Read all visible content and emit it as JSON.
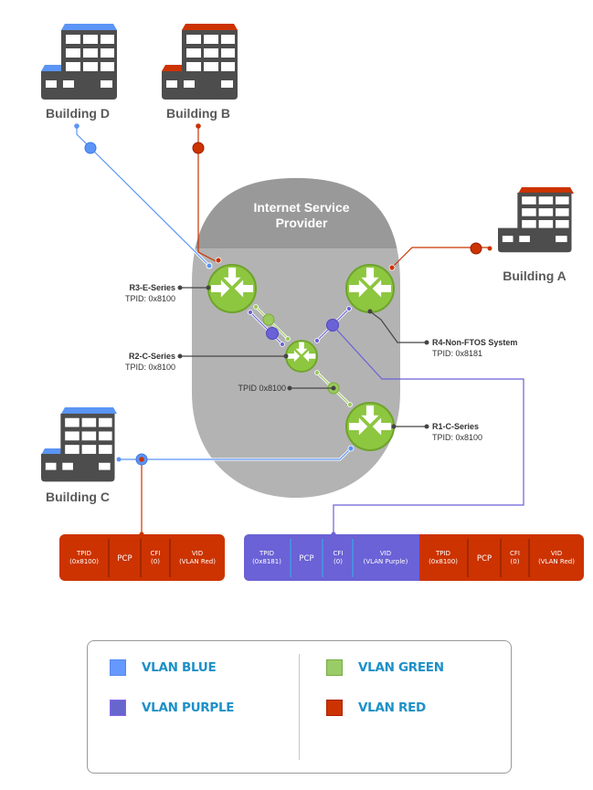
{
  "title": "VLAN Stacking TPID network diagram",
  "colors": {
    "blue": "#5b95f5",
    "purple": "#6a62d6",
    "green": "#99c85c",
    "red": "#cc3300",
    "router": "#8dc63f",
    "isp_dark": "#999999",
    "isp_light": "#b3b3b3",
    "building": "#4d4d4d"
  },
  "isp": {
    "label_line1": "Internet Service",
    "label_line2": "Provider"
  },
  "buildings": [
    {
      "id": "D",
      "label": "Building D",
      "roof": "blue"
    },
    {
      "id": "B",
      "label": "Building B",
      "roof": "red"
    },
    {
      "id": "A",
      "label": "Building A",
      "roof": "red"
    },
    {
      "id": "C",
      "label": "Building C",
      "roof": "blue"
    }
  ],
  "routers": [
    {
      "id": "R3",
      "name": "R3-E-Series",
      "tpid": "TPID: 0x8100"
    },
    {
      "id": "R2",
      "name": "R2-C-Series",
      "tpid": "TPID: 0x8100"
    },
    {
      "id": "R4",
      "name": "R4-Non-FTOS System",
      "tpid": "TPID: 0x8181"
    },
    {
      "id": "R1",
      "name": "R1-C-Series",
      "tpid": "TPID: 0x8100"
    }
  ],
  "link_label": "TPID 0x8100",
  "frames": {
    "left": {
      "color": "red",
      "fields": [
        {
          "line1": "TPID",
          "line2": "(0x8100)"
        },
        {
          "line1": "PCP",
          "line2": ""
        },
        {
          "line1": "CFI",
          "line2": "(0)"
        },
        {
          "line1": "VID",
          "line2": "(VLAN Red)"
        }
      ]
    },
    "right_outer": {
      "color": "purple",
      "fields": [
        {
          "line1": "TPID",
          "line2": "(0x8181)"
        },
        {
          "line1": "PCP",
          "line2": ""
        },
        {
          "line1": "CFI",
          "line2": "(0)"
        },
        {
          "line1": "VID",
          "line2": "(VLAN Purple)"
        }
      ]
    },
    "right_inner": {
      "color": "red",
      "fields": [
        {
          "line1": "TPID",
          "line2": "(0x8100)"
        },
        {
          "line1": "PCP",
          "line2": ""
        },
        {
          "line1": "CFI",
          "line2": "(0)"
        },
        {
          "line1": "VID",
          "line2": "(VLAN Red)"
        }
      ]
    }
  },
  "legend": {
    "items": [
      {
        "label": "VLAN BLUE",
        "color": "#6699ff",
        "border": "#5588ee"
      },
      {
        "label": "VLAN GREEN",
        "color": "#99cc66",
        "border": "#77aa44"
      },
      {
        "label": "VLAN PURPLE",
        "color": "#6666cc",
        "border": "#8866ee"
      },
      {
        "label": "VLAN RED",
        "color": "#cc3300",
        "border": "#aa2200"
      }
    ]
  }
}
